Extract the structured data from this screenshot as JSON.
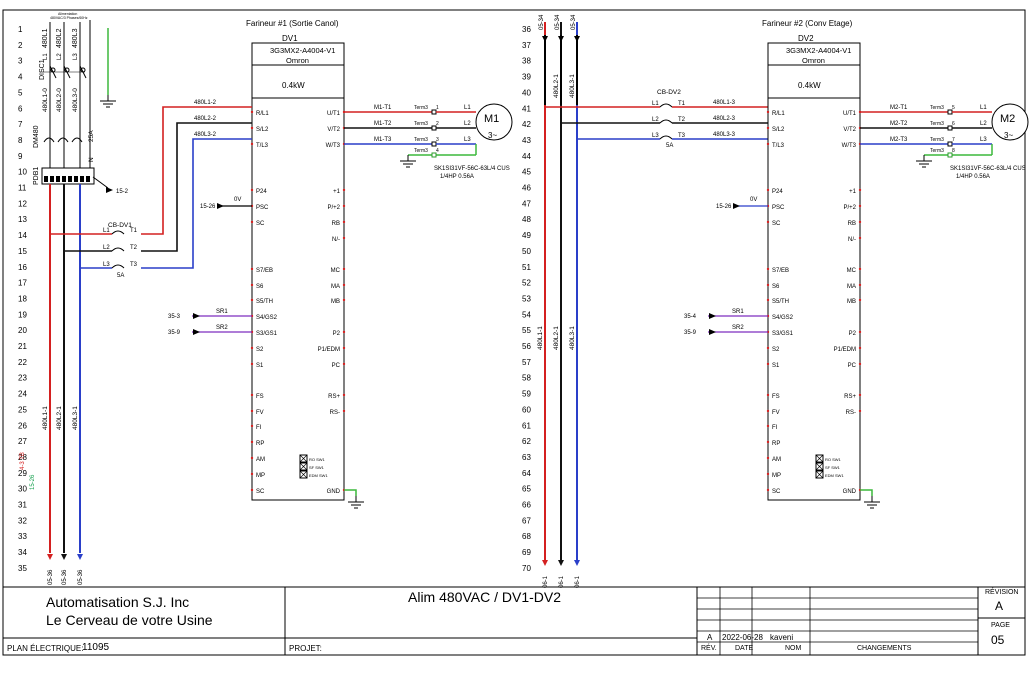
{
  "drive1": {
    "title": "Farineur #1 (Sortie Canol)",
    "name": "DV1",
    "model": "3G3MX2-A4004-V1",
    "brand": "Omron",
    "power": "0.4kW",
    "left_terminals": [
      "R/L1",
      "S/L2",
      "T/L3",
      "P24",
      "PSC",
      "SC",
      "S7/EB",
      "S6",
      "S5/TH",
      "S4/GS2",
      "S3/GS1",
      "S2",
      "S1",
      "FS",
      "FV",
      "FI",
      "RP",
      "AM",
      "MP",
      "SC"
    ],
    "right_terminals": [
      "U/T1",
      "V/T2",
      "W/T3",
      "+1",
      "P/+2",
      "RB",
      "N/-",
      "MC",
      "MA",
      "MB",
      "P2",
      "P1/EDM",
      "PC",
      "RS+",
      "RS-",
      "GND"
    ],
    "supply_wires": [
      "480L1-2",
      "480L2-2",
      "480L3-2"
    ],
    "motor_wires": [
      "M1-T1",
      "M1-T2",
      "M1-T3"
    ],
    "term_label": "Term3",
    "term_numbers": [
      "1",
      "2",
      "3",
      "4"
    ],
    "motor_lines": [
      "L1",
      "L2",
      "L3"
    ],
    "motor_name": "M1",
    "motor_phase": "3~",
    "motor_model": "SK1SI31VF-56C-63L/4 CUS",
    "motor_rating": "1/4HP 0.56A",
    "sw_labels": [
      "RO SW1",
      "SF SW1",
      "EDM SW1"
    ],
    "psc_ref": "15-26",
    "psc_voltage": "0V",
    "sr_refs": [
      "35-3",
      "35-9"
    ],
    "sr_labels": [
      "SR1",
      "SR2"
    ],
    "breaker": "CB-DV1",
    "breaker_rating": "5A",
    "breaker_terms": [
      "L1",
      "T1",
      "L2",
      "T2",
      "L3",
      "T3"
    ]
  },
  "drive2": {
    "title": "Farineur #2 (Conv Etage)",
    "name": "DV2",
    "model": "3G3MX2-A4004-V1",
    "brand": "Omron",
    "power": "0.4kW",
    "left_terminals": [
      "R/L1",
      "S/L2",
      "T/L3",
      "P24",
      "PSC",
      "SC",
      "S7/EB",
      "S6",
      "S5/TH",
      "S4/GS2",
      "S3/GS1",
      "S2",
      "S1",
      "FS",
      "FV",
      "FI",
      "RP",
      "AM",
      "MP",
      "SC"
    ],
    "right_terminals": [
      "U/T1",
      "V/T2",
      "W/T3",
      "+1",
      "P/+2",
      "RB",
      "N/-",
      "MC",
      "MA",
      "MB",
      "P2",
      "P1/EDM",
      "PC",
      "RS+",
      "RS-",
      "GND"
    ],
    "supply_wires": [
      "480L1-3",
      "480L2-3",
      "480L3-3"
    ],
    "motor_wires": [
      "M2-T1",
      "M2-T2",
      "M2-T3"
    ],
    "term_label": "Term3",
    "term_numbers": [
      "5",
      "6",
      "7",
      "8"
    ],
    "motor_lines": [
      "L1",
      "L2",
      "L3"
    ],
    "motor_name": "M2",
    "motor_phase": "3~",
    "motor_model": "SK1SI31VF-56C-63L/4 CUS",
    "motor_rating": "1/4HP 0.56A",
    "sw_labels": [
      "RO SW1",
      "SF SW1",
      "EDM SW1"
    ],
    "psc_ref": "15-26",
    "psc_voltage": "0V",
    "sr_refs": [
      "35-4",
      "35-9"
    ],
    "sr_labels": [
      "SR1",
      "SR2"
    ],
    "breaker": "CB-DV2",
    "breaker_rating": "5A",
    "breaker_terms": [
      "L1",
      "T1",
      "L2",
      "T2",
      "L3",
      "T3"
    ]
  },
  "left_rungs": [
    "1",
    "2",
    "3",
    "4",
    "5",
    "6",
    "7",
    "8",
    "9",
    "10",
    "11",
    "12",
    "13",
    "14",
    "15",
    "16",
    "17",
    "18",
    "19",
    "20",
    "21",
    "22",
    "23",
    "24",
    "25",
    "26",
    "27",
    "28",
    "29",
    "30",
    "31",
    "32",
    "33",
    "34",
    "35"
  ],
  "right_rungs": [
    "36",
    "37",
    "38",
    "39",
    "40",
    "41",
    "42",
    "43",
    "44",
    "45",
    "46",
    "47",
    "48",
    "49",
    "50",
    "51",
    "52",
    "53",
    "54",
    "55",
    "56",
    "57",
    "58",
    "59",
    "60",
    "61",
    "62",
    "63",
    "64",
    "65",
    "66",
    "67",
    "68",
    "69",
    "70"
  ],
  "left_bus": {
    "top_label_lines": [
      "Alimentation",
      "480VAC/3 Phases/60Hz"
    ],
    "top_phase_labels": [
      "480L1",
      "480L2",
      "480L3"
    ],
    "disconnect": "DISC1",
    "disconnect_terms": [
      "L1",
      "L2",
      "L3"
    ],
    "mid_wires": [
      "480L1-0",
      "480L2-0",
      "480L3-0"
    ],
    "fuse_label": "DM480",
    "fuse_rating": "25A",
    "neutral": "N",
    "pdb": "PDB1",
    "pdb_ref": "15-2",
    "bottom_wires": [
      "480L1-1",
      "480L2-1",
      "480L3-1"
    ],
    "bottom_refs": [
      "05-36",
      "05-36",
      "05-36"
    ],
    "side_ref": "15-26",
    "side_ref2": "4-3 TB"
  },
  "right_bus": {
    "top_refs": [
      "05-34",
      "05-34",
      "05-34"
    ],
    "upper_wires": [
      "480L2-1",
      "480L3-1"
    ],
    "lower_wires": [
      "480L1-1",
      "480L2-1",
      "480L3-1"
    ],
    "bottom_refs": [
      "06-1",
      "06-1",
      "06-1"
    ]
  },
  "title_block": {
    "company": "Automatisation S.J. Inc",
    "slogan": "Le Cerveau de votre Usine",
    "plan_label": "PLAN ÉLECTRIQUE:",
    "plan_number": "11095",
    "projet_label": "PROJET:",
    "drawing_title": "Alim 480VAC / DV1-DV2",
    "rev_letter": "A",
    "rev_date": "2022-06-28",
    "rev_name": "kaveni",
    "col_rev": "RÉV.",
    "col_date": "DATE",
    "col_nom": "NOM",
    "col_changes": "CHANGEMENTS",
    "revision_label": "RÉVISION",
    "revision": "A",
    "page_label": "PAGE",
    "page": "05"
  },
  "colors": {
    "L1": "#d42020",
    "L2": "#111111",
    "L3": "#2a3fc9",
    "control": "#7d2dbf",
    "ground": "#3cb83c",
    "term": "#2a9a2a"
  }
}
